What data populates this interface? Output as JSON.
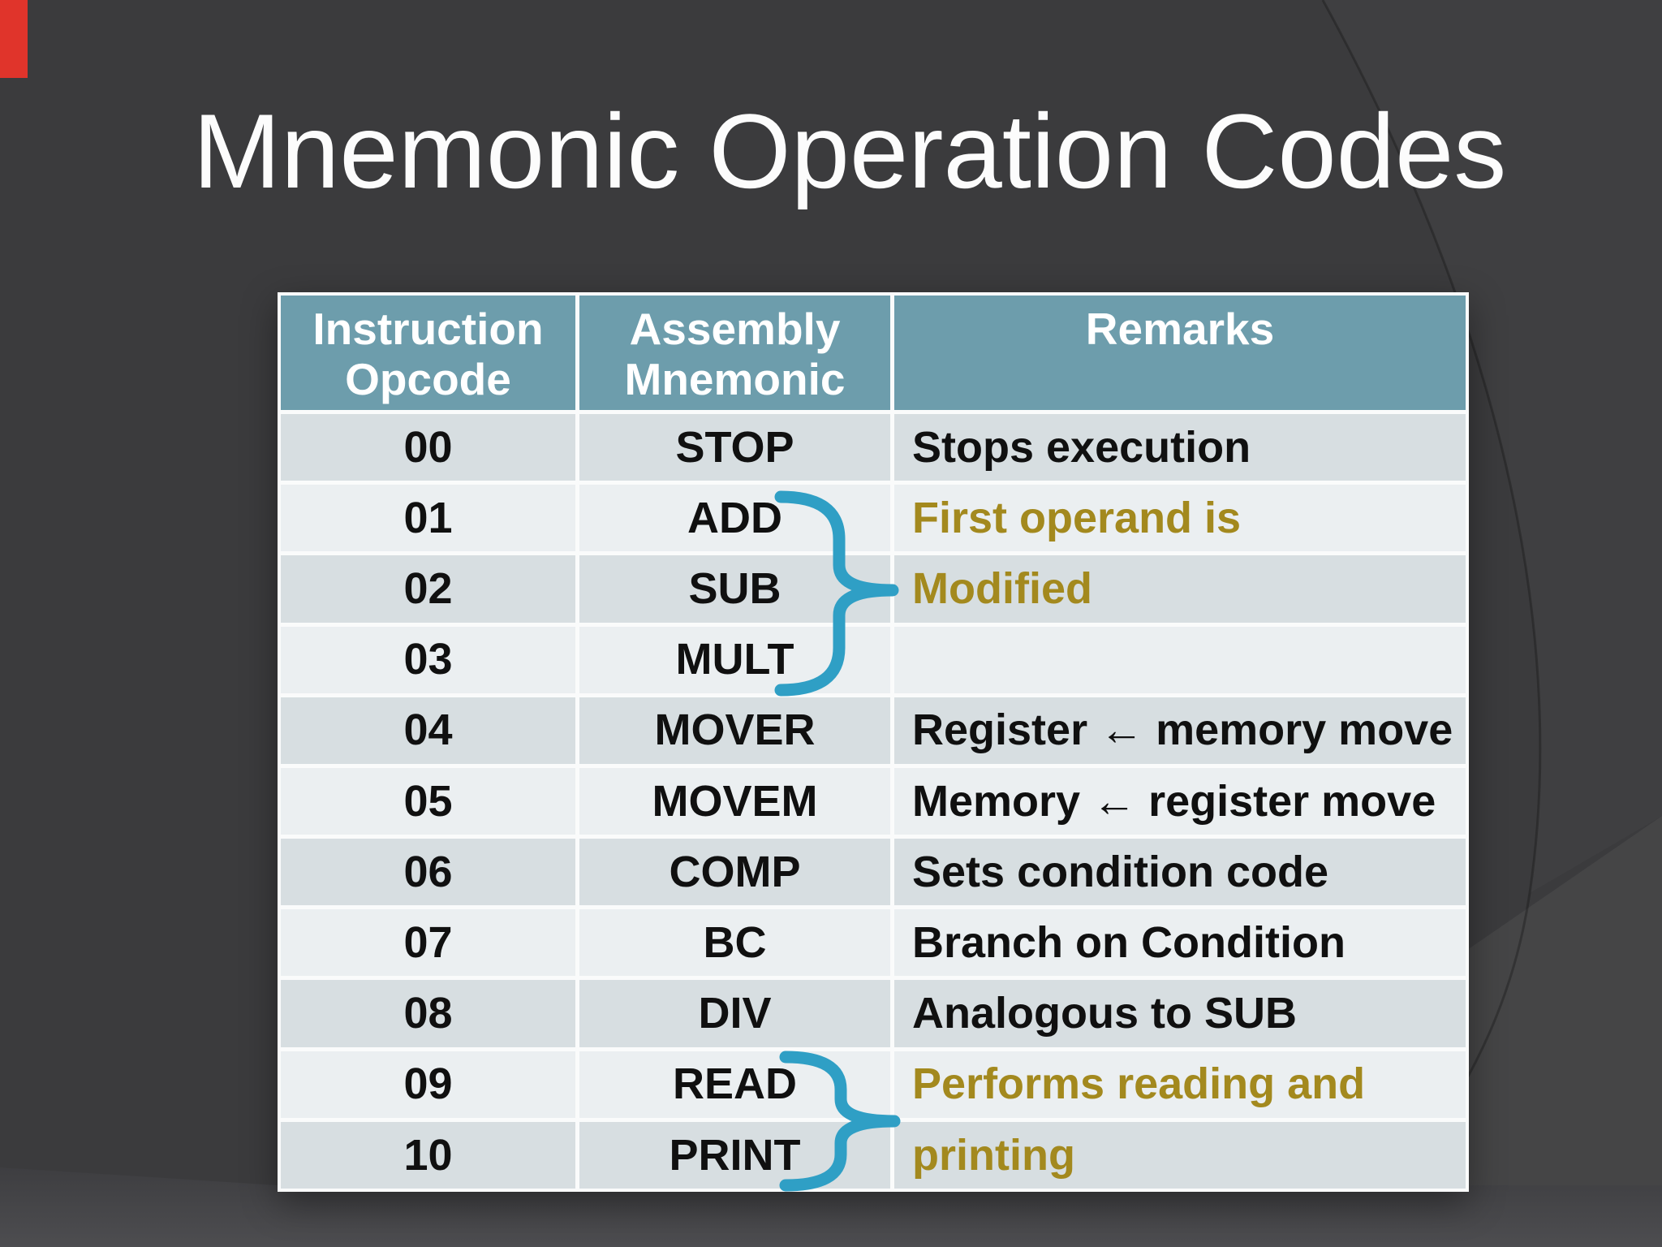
{
  "slide": {
    "title": "Mnemonic Operation Codes"
  },
  "table": {
    "headers": [
      {
        "line1": "Instruction",
        "line2": "Opcode"
      },
      {
        "line1": "Assembly",
        "line2": "Mnemonic"
      },
      {
        "line1": "Remarks",
        "line2": ""
      }
    ],
    "rows": [
      {
        "opcode": "00",
        "mnemonic": "STOP",
        "remark": "Stops execution"
      },
      {
        "opcode": "01",
        "mnemonic": "ADD",
        "remark": "First operand is"
      },
      {
        "opcode": "02",
        "mnemonic": "SUB",
        "remark": "Modified"
      },
      {
        "opcode": "03",
        "mnemonic": "MULT",
        "remark": ""
      },
      {
        "opcode": "04",
        "mnemonic": "MOVER",
        "remark": "Register ← memory move"
      },
      {
        "opcode": "05",
        "mnemonic": "MOVEM",
        "remark": "Memory ← register move"
      },
      {
        "opcode": "06",
        "mnemonic": "COMP",
        "remark": "Sets condition code"
      },
      {
        "opcode": "07",
        "mnemonic": "BC",
        "remark": "Branch on Condition"
      },
      {
        "opcode": "08",
        "mnemonic": "DIV",
        "remark": "Analogous to SUB"
      },
      {
        "opcode": "09",
        "mnemonic": "READ",
        "remark": "Performs reading and"
      },
      {
        "opcode": "10",
        "mnemonic": "PRINT",
        "remark": "printing"
      }
    ],
    "brace_groups": [
      {
        "rows": "ADD, SUB, MULT",
        "points_to": "Modified"
      },
      {
        "rows": "READ, PRINT",
        "points_to": "Performs reading and printing"
      }
    ]
  },
  "colors": {
    "background": "#3b3b3d",
    "bottom_band": "#48484b",
    "header_bg": "#6d9dac",
    "row_dark": "#d7dee1",
    "row_light": "#ebeff1",
    "grid_white": "#fafbfb",
    "text_black": "#101010",
    "accent_olive": "#a3891e",
    "brace_blue": "#2f9fc5",
    "title_white": "#fcfcfc",
    "corner_badge_red": "#e0342b"
  }
}
